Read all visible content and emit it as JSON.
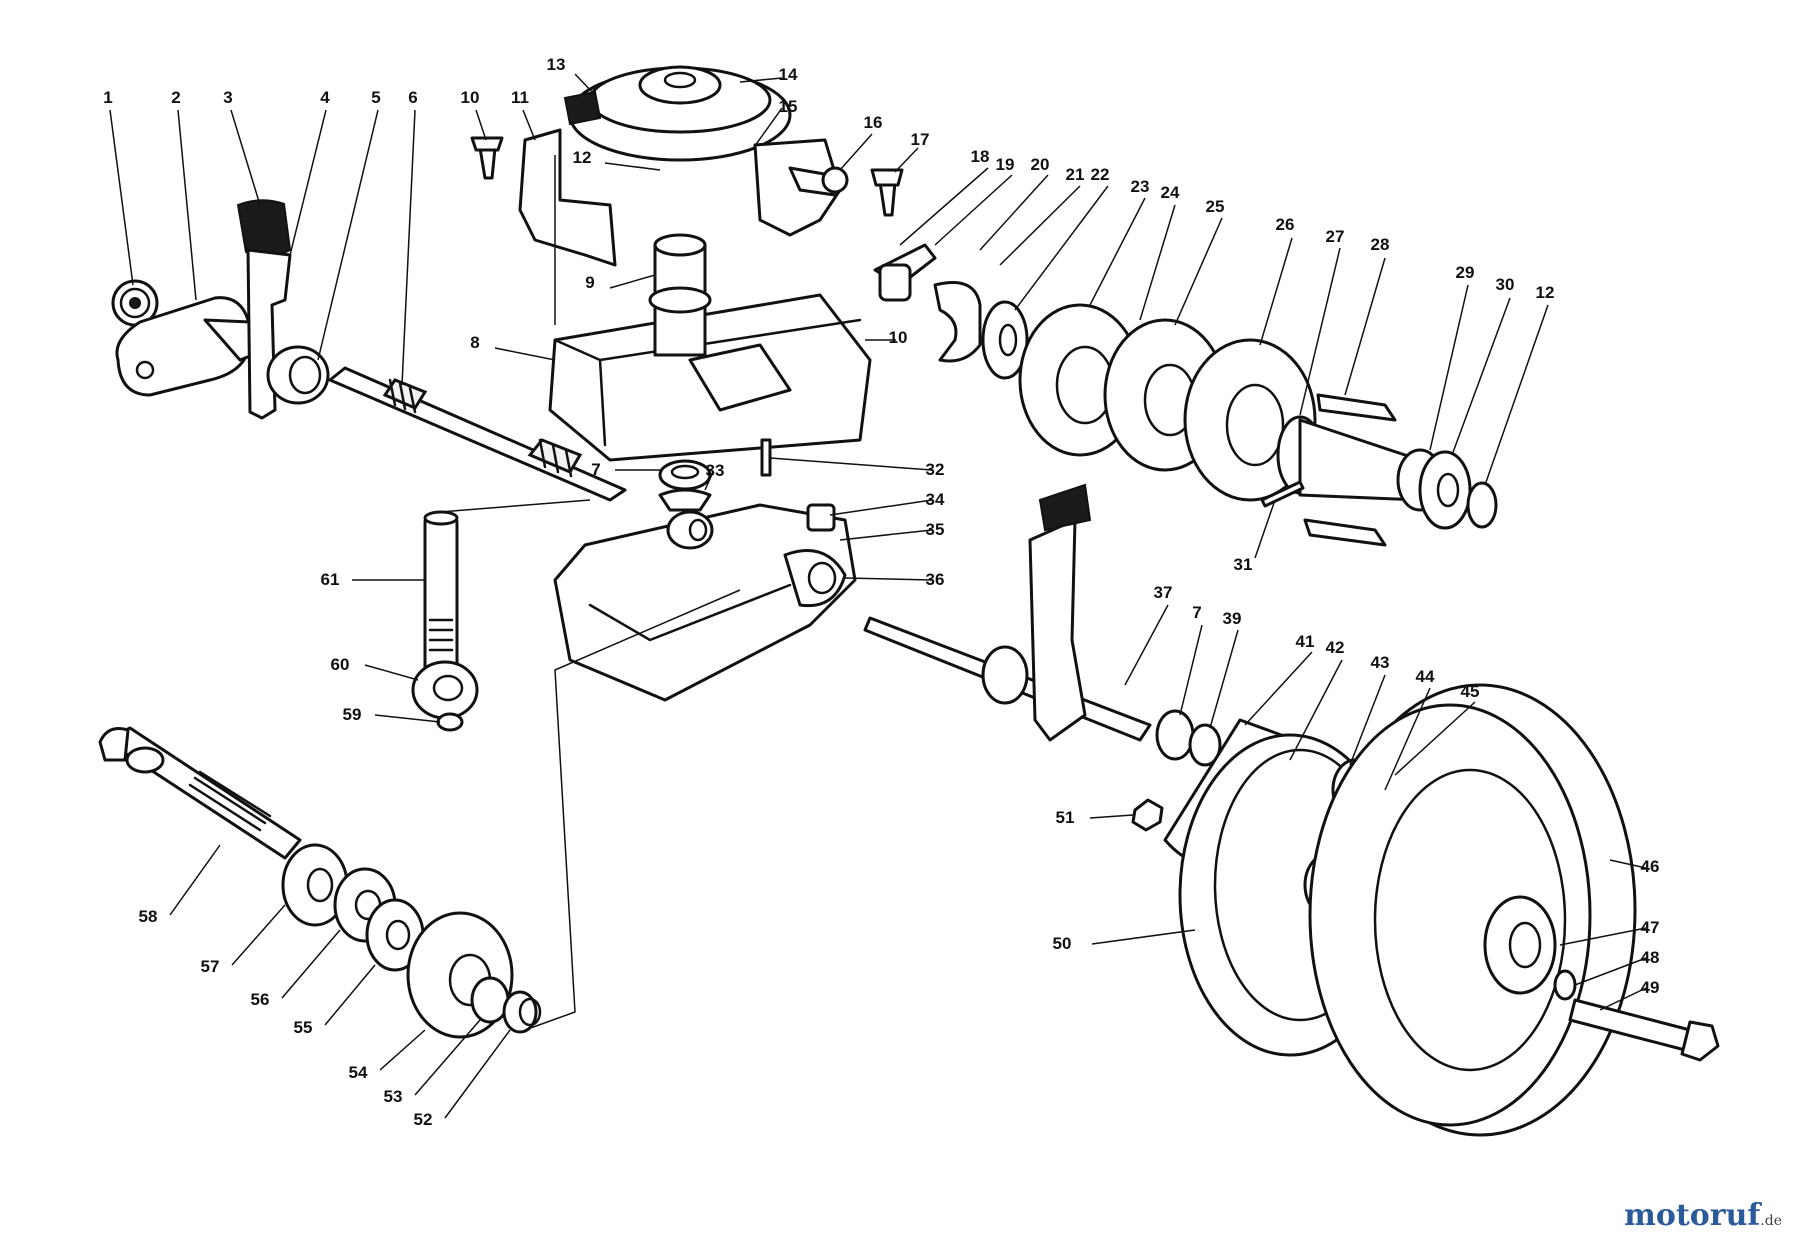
{
  "watermark": {
    "brand": "motoruf",
    "suffix": ".de"
  },
  "callouts": [
    {
      "id": "c1",
      "label": "1"
    },
    {
      "id": "c2",
      "label": "2"
    },
    {
      "id": "c3",
      "label": "3"
    },
    {
      "id": "c4",
      "label": "4"
    },
    {
      "id": "c5",
      "label": "5"
    },
    {
      "id": "c6",
      "label": "6"
    },
    {
      "id": "c7a",
      "label": "7"
    },
    {
      "id": "c7b",
      "label": "7"
    },
    {
      "id": "c8",
      "label": "8"
    },
    {
      "id": "c9",
      "label": "9"
    },
    {
      "id": "c10a",
      "label": "10"
    },
    {
      "id": "c10b",
      "label": "10"
    },
    {
      "id": "c11",
      "label": "11"
    },
    {
      "id": "c12a",
      "label": "12"
    },
    {
      "id": "c12b",
      "label": "12"
    },
    {
      "id": "c13",
      "label": "13"
    },
    {
      "id": "c14",
      "label": "14"
    },
    {
      "id": "c15",
      "label": "15"
    },
    {
      "id": "c16",
      "label": "16"
    },
    {
      "id": "c17",
      "label": "17"
    },
    {
      "id": "c18",
      "label": "18"
    },
    {
      "id": "c19",
      "label": "19"
    },
    {
      "id": "c20",
      "label": "20"
    },
    {
      "id": "c21",
      "label": "21"
    },
    {
      "id": "c22",
      "label": "22"
    },
    {
      "id": "c23",
      "label": "23"
    },
    {
      "id": "c24",
      "label": "24"
    },
    {
      "id": "c25",
      "label": "25"
    },
    {
      "id": "c26",
      "label": "26"
    },
    {
      "id": "c27",
      "label": "27"
    },
    {
      "id": "c28",
      "label": "28"
    },
    {
      "id": "c29",
      "label": "29"
    },
    {
      "id": "c30",
      "label": "30"
    },
    {
      "id": "c31",
      "label": "31"
    },
    {
      "id": "c32",
      "label": "32"
    },
    {
      "id": "c33",
      "label": "33"
    },
    {
      "id": "c34",
      "label": "34"
    },
    {
      "id": "c35",
      "label": "35"
    },
    {
      "id": "c36",
      "label": "36"
    },
    {
      "id": "c37",
      "label": "37"
    },
    {
      "id": "c39",
      "label": "39"
    },
    {
      "id": "c41",
      "label": "41"
    },
    {
      "id": "c42",
      "label": "42"
    },
    {
      "id": "c43",
      "label": "43"
    },
    {
      "id": "c44",
      "label": "44"
    },
    {
      "id": "c45",
      "label": "45"
    },
    {
      "id": "c46",
      "label": "46"
    },
    {
      "id": "c47",
      "label": "47"
    },
    {
      "id": "c48",
      "label": "48"
    },
    {
      "id": "c49",
      "label": "49"
    },
    {
      "id": "c50",
      "label": "50"
    },
    {
      "id": "c51",
      "label": "51"
    },
    {
      "id": "c52",
      "label": "52"
    },
    {
      "id": "c53",
      "label": "53"
    },
    {
      "id": "c54",
      "label": "54"
    },
    {
      "id": "c55",
      "label": "55"
    },
    {
      "id": "c56",
      "label": "56"
    },
    {
      "id": "c57",
      "label": "57"
    },
    {
      "id": "c58",
      "label": "58"
    },
    {
      "id": "c59",
      "label": "59"
    },
    {
      "id": "c60",
      "label": "60"
    },
    {
      "id": "c61",
      "label": "61"
    }
  ]
}
